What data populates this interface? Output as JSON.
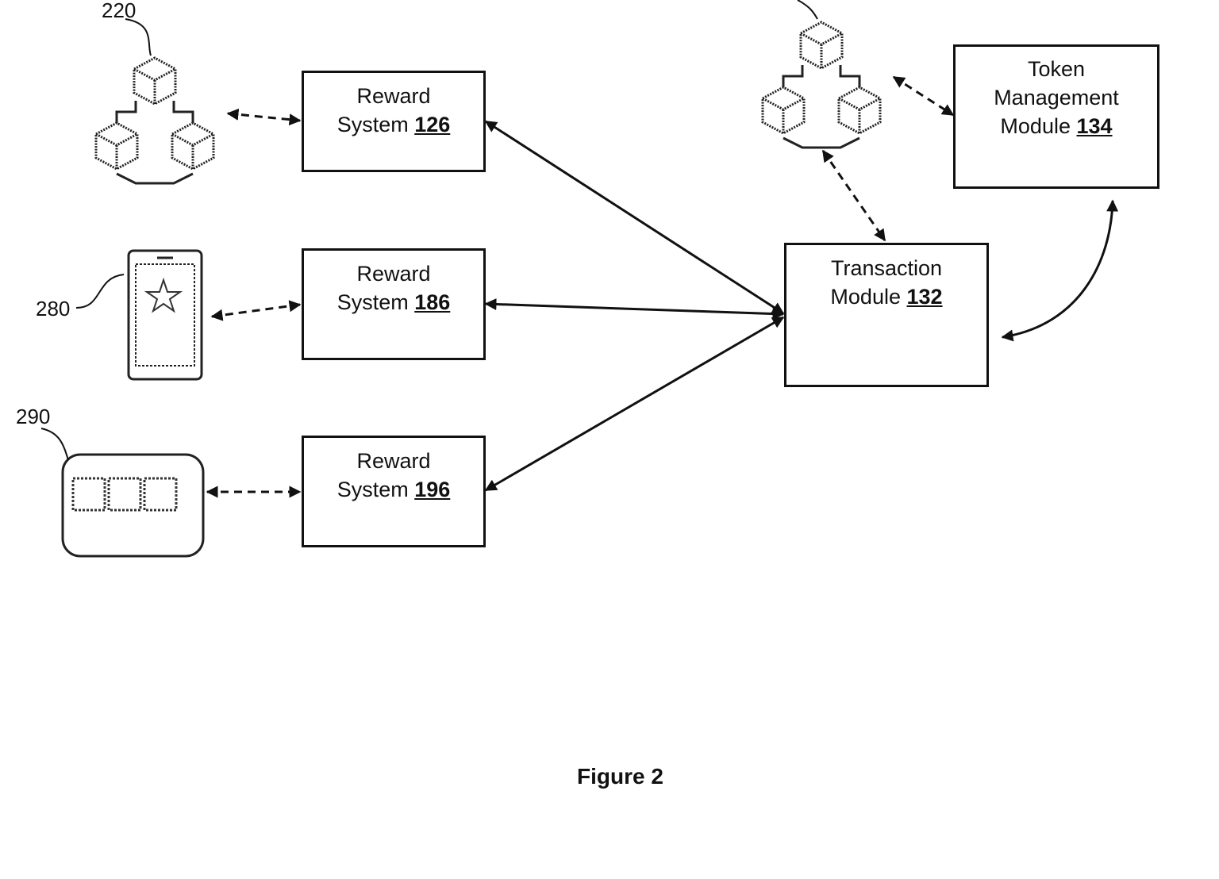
{
  "labels": {
    "ref_220": "220",
    "ref_280": "280",
    "ref_290": "290"
  },
  "boxes": {
    "reward_126": {
      "line1": "Reward",
      "line2": "System",
      "ref": "126"
    },
    "reward_186": {
      "line1": "Reward",
      "line2": "System",
      "ref": "186"
    },
    "reward_196": {
      "line1": "Reward",
      "line2": "System",
      "ref": "196"
    },
    "transaction": {
      "line1": "Transaction",
      "line2": "Module",
      "ref": "132"
    },
    "token": {
      "line1": "Token",
      "line2": "Management",
      "line3": "Module",
      "ref": "134"
    }
  },
  "caption": "Figure 2",
  "icons": [
    "blockchain-icon",
    "smartphone-icon",
    "card-icon"
  ],
  "colors": {
    "ink": "#111111",
    "background": "#ffffff"
  }
}
